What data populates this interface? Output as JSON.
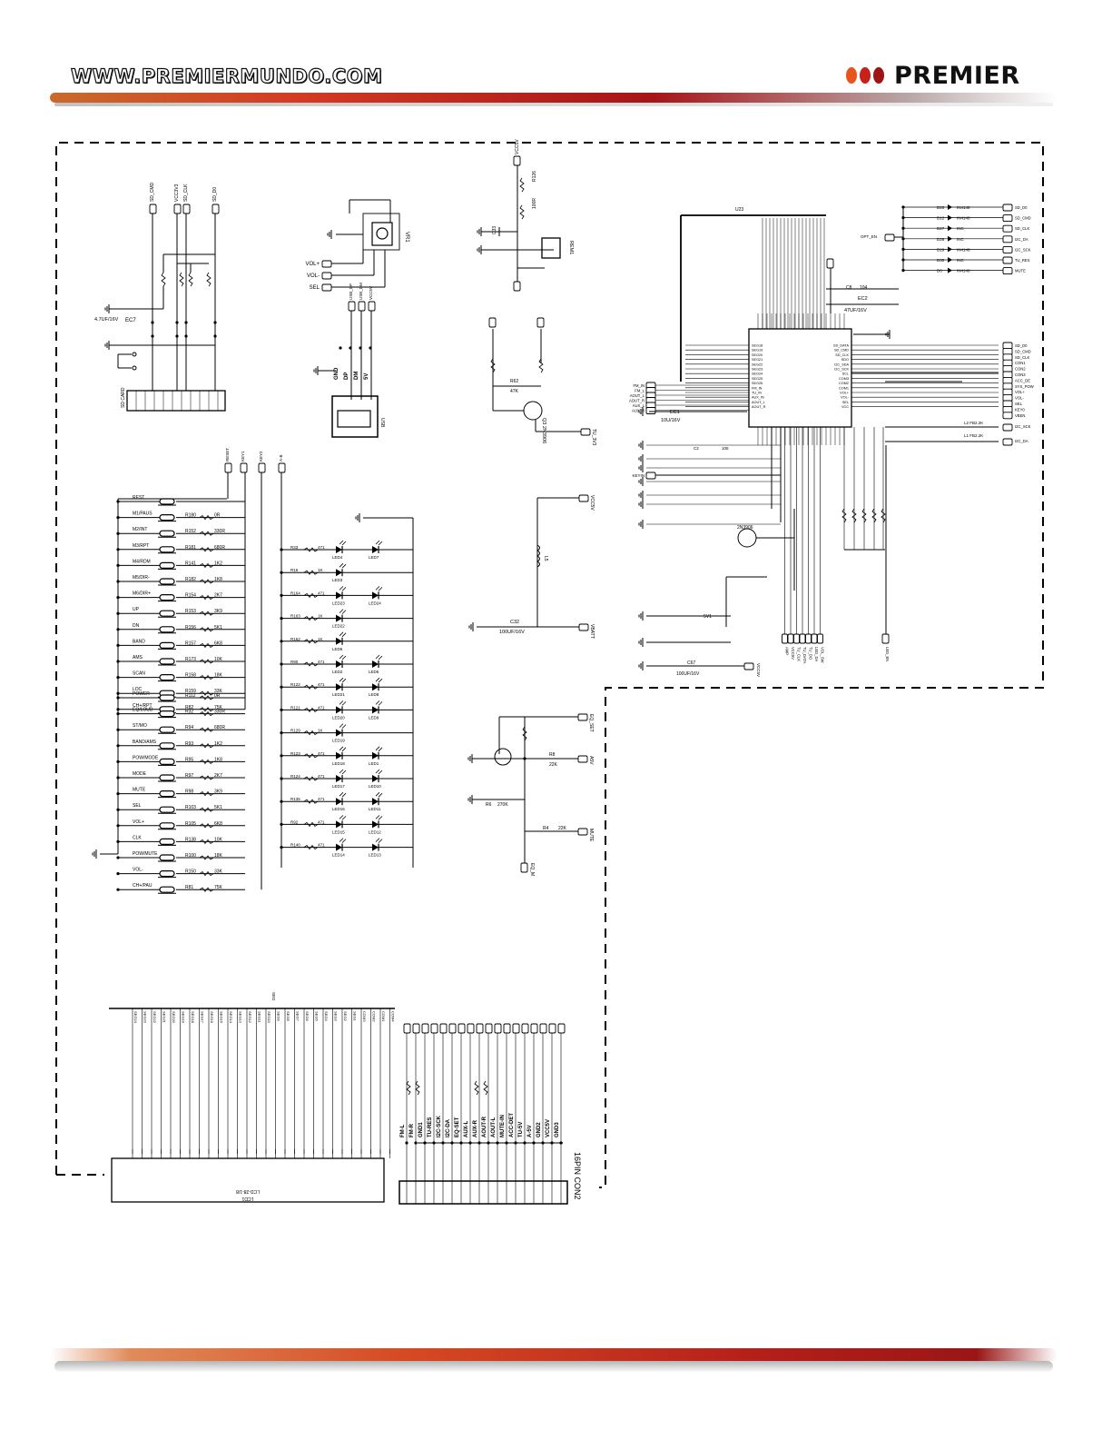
{
  "header": {
    "url": "WWW.PREMIERMUNDO.COM",
    "brand": "PREMIER",
    "logo_dot_colors": [
      "#e8541e",
      "#c8201a",
      "#9e1416"
    ]
  },
  "sd_card": {
    "nets": [
      "SD_CMD",
      "VCC3V3",
      "SD_CLK",
      "SD_D0"
    ],
    "capacitor": "EC7",
    "capacitor_value": "4.7UF/16V",
    "connector": "SD CARD"
  },
  "encoder": {
    "part": "VR1",
    "pins": [
      "VOL+",
      "VOL-",
      "SEL"
    ]
  },
  "usb": {
    "nets": [
      "USB_DP",
      "USB_DM",
      "VCC5V"
    ],
    "pins": [
      "GND",
      "DP",
      "DM",
      "5V"
    ],
    "connector": "USB"
  },
  "ir": {
    "resistor": "R126",
    "resistor_value": "100R",
    "capacitor": "C33",
    "receiver": "REM1",
    "transistor": "Q3 2N3906",
    "resistor_r62": "R62",
    "resistor_r62_value": "47K",
    "out_net": "TU_3V3"
  },
  "keys": {
    "rows_group1": [
      [
        "REST",
        "",
        ""
      ],
      [
        "M1/PAUS",
        "R180",
        "0R"
      ],
      [
        "M2/INT",
        "R152",
        "330R"
      ],
      [
        "M3/RPT",
        "R181",
        "680R"
      ],
      [
        "M4/RDM",
        "R141",
        "1K2"
      ],
      [
        "M5/DIR-",
        "R182",
        "1K8"
      ],
      [
        "M6/DIR+",
        "R154",
        "2K7"
      ],
      [
        "UP",
        "R153",
        "3K9"
      ],
      [
        "DN",
        "R156",
        "5K1"
      ],
      [
        "BAND",
        "R157",
        "6K8"
      ],
      [
        "AMS",
        "R173",
        "10K"
      ],
      [
        "SCAN",
        "R158",
        "18K"
      ],
      [
        "LOC",
        "R159",
        "33K"
      ],
      [
        "CH+/RPT",
        "R82",
        "75K"
      ]
    ],
    "rows_group2": [
      [
        "POWER",
        "R112",
        "0R"
      ],
      [
        "EQ/LOUD",
        "R32",
        "330R"
      ],
      [
        "ST/MO",
        "R94",
        "680R"
      ],
      [
        "BAND/AMS",
        "R93",
        "1K2"
      ],
      [
        "POW/MODE",
        "R95",
        "1K8"
      ],
      [
        "MODE",
        "R97",
        "2K7"
      ],
      [
        "MUTE",
        "R98",
        "3K9"
      ],
      [
        "SEL",
        "R103",
        "5K1"
      ],
      [
        "VOL+",
        "R105",
        "6K8"
      ],
      [
        "CLK",
        "R138",
        "10K"
      ],
      [
        "POW/MUTE",
        "R100",
        "18K"
      ],
      [
        "VOL-",
        "R150",
        "33K"
      ],
      [
        "CH+/PAU",
        "R81",
        "75K"
      ]
    ],
    "top_nets": [
      "RESET",
      "KEY1",
      "KEY2",
      "A-B"
    ]
  },
  "leds": {
    "rows": [
      [
        "R33",
        "471",
        "LED4",
        "LED7"
      ],
      [
        "R16",
        "1K",
        "LED3",
        ""
      ],
      [
        "R164",
        "471",
        "LED23",
        "LED24"
      ],
      [
        "R163",
        "1K",
        "LED22",
        ""
      ],
      [
        "R162",
        "1K",
        "LED6",
        ""
      ],
      [
        "R90",
        "471",
        "LED2",
        "LED5"
      ],
      [
        "R122",
        "471",
        "LED21",
        "LED8"
      ],
      [
        "R121",
        "471",
        "LED20",
        "LED9"
      ],
      [
        "R129",
        "1K",
        "LED19",
        ""
      ],
      [
        "R123",
        "471",
        "LED18",
        "LED1"
      ],
      [
        "R124",
        "471",
        "LED17",
        "LED10"
      ],
      [
        "R135",
        "471",
        "LED16",
        "LED11"
      ],
      [
        "R92",
        "471",
        "LED15",
        "LED12"
      ],
      [
        "R140",
        "471",
        "LED14",
        "LED13"
      ]
    ]
  },
  "power": {
    "net_top": "VCC5V",
    "inductor": "L5",
    "cap": "C32",
    "cap_value": "100UF/16V",
    "net_out": "VBATT"
  },
  "amp_ctrl": {
    "net_in": "EQ_SET",
    "net_a": "A5V",
    "net_b": "MUTE",
    "r8": "R8",
    "r8v": "22K",
    "r6": "R6",
    "r6v": "270K",
    "r4": "R4",
    "r4v": "22K",
    "out": "EQ_M"
  },
  "mcu": {
    "name": "U23",
    "left_pins": [
      "SEG18",
      "SEG19",
      "SEG20",
      "SEG21",
      "SEG22",
      "SEG23",
      "SEG24",
      "SEG25",
      "SEG26",
      "FM_IN",
      "TU_IN",
      "AUX_IN",
      "AOUT_L",
      "AOUT_R"
    ],
    "right_pins": [
      "SD_DATA",
      "SD_CMD",
      "SD_CLK",
      "SDO",
      "I2C_SDA",
      "I2C_SCK",
      "SCL",
      "COM3",
      "COM2",
      "COM1",
      "VOL+",
      "VOL-",
      "SEL",
      "VCC"
    ],
    "right_nets": [
      "SD_D0",
      "SD_CMD",
      "SD_CLK",
      "CON1",
      "CON2",
      "CON3",
      "ACC_DE",
      "SYS_POW",
      "VOL+",
      "VOL-",
      "SEL",
      "KEY0",
      "VBEN"
    ],
    "left_nets": [
      "FM_IN",
      "FM_L",
      "AOUT_L",
      "AOUT_R",
      "AUX_L",
      "AUX_R"
    ],
    "ec2": "EC2",
    "ec2_value": "47UF/16V",
    "ec1": "EC1",
    "ec1_value": "10U/16V",
    "c8": "C8",
    "c8_value": "104",
    "key_in": "KEYIN",
    "opt_en": "OPT_EN",
    "q_label": "2N3906",
    "c67": "C67",
    "c67_value": "100UF/16V",
    "bottom_nets": [
      "LED_EN",
      "AMP",
      "VCC5V",
      "TU_CLK",
      "TU_DATA",
      "TU_DO",
      "LED_DA",
      "VOL_SW"
    ]
  },
  "diodes": {
    "rows": [
      [
        "D20",
        "IN4148",
        "SD_D0"
      ],
      [
        "D12",
        "IN4148",
        "SD_CMD"
      ],
      [
        "D27",
        "INC",
        "SD_CLK"
      ],
      [
        "D28",
        "INC",
        "I2C_DA"
      ],
      [
        "D29",
        "IN4148",
        "I2C_SCK"
      ],
      [
        "D30",
        "INC",
        "TU_RES"
      ],
      [
        "D6",
        "IN4148",
        "MUTE"
      ]
    ]
  },
  "lcd": {
    "label": "LCD-28-1/8",
    "ref": "LCD1",
    "seg_pins": [
      "SEG24",
      "SEG23",
      "SEG22",
      "SEG21",
      "SEG20",
      "SEG19",
      "SEG18",
      "SEG17",
      "SEG16",
      "SEG15",
      "SEG14",
      "SEG13",
      "SEG12",
      "SEG11",
      "SEG10",
      "SEG9",
      "SEG8",
      "SEG7",
      "SEG6",
      "SEG5",
      "SEG4",
      "SEG3",
      "SEG2",
      "SEG1",
      "COM3",
      "COM2",
      "COM1",
      "COM4"
    ]
  },
  "con2": {
    "label": "16PIN CON2",
    "pins": [
      "FM-L",
      "FM-R",
      "GND1",
      "TU-RES",
      "I2C-SCK",
      "I2C-DA",
      "EQ-SET",
      "AUX-L",
      "AUX-R",
      "AOUT-R",
      "AOUT-L",
      "MUTE-IN",
      "ACC-DET",
      "TU-5V",
      "A-5V",
      "GND2",
      "VCC5V",
      "GND3"
    ]
  }
}
